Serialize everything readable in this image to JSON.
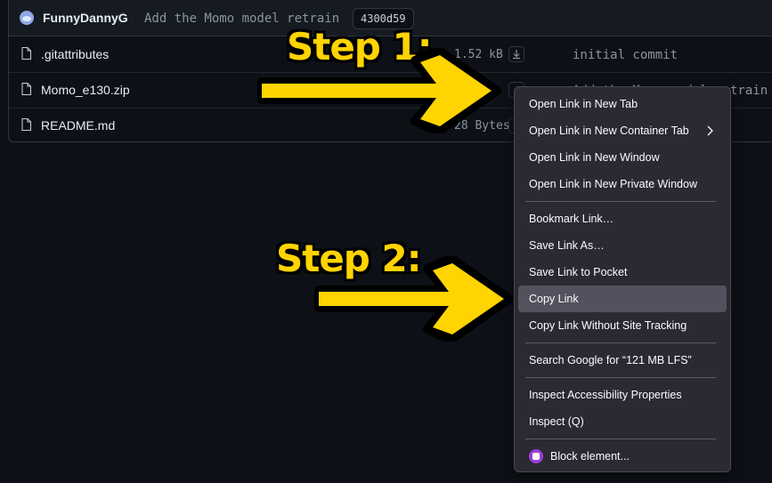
{
  "commit": {
    "user": "FunnyDannyG",
    "message": "Add the Momo model retrain",
    "hash": "4300d59"
  },
  "files": [
    {
      "name": ".gitattributes",
      "size": "1.52 kB",
      "commit": "initial commit"
    },
    {
      "name": "Momo_e130.zip",
      "size": "",
      "commit": "Add the Momo model retrain"
    },
    {
      "name": "README.md",
      "size": "28 Bytes",
      "commit": ""
    }
  ],
  "annotations": {
    "step1": "Step 1:",
    "step2": "Step 2:"
  },
  "context_menu": {
    "items": [
      {
        "label": "Open Link in New Tab"
      },
      {
        "label": "Open Link in New Container Tab"
      },
      {
        "label": "Open Link in New Window"
      },
      {
        "label": "Open Link in New Private Window"
      },
      {
        "label": "Bookmark Link…"
      },
      {
        "label": "Save Link As…"
      },
      {
        "label": "Save Link to Pocket"
      },
      {
        "label": "Copy Link"
      },
      {
        "label": "Copy Link Without Site Tracking"
      },
      {
        "label": "Search Google for “121 MB LFS”"
      },
      {
        "label": "Inspect Accessibility Properties"
      },
      {
        "label": "Inspect (Q)"
      },
      {
        "label": "Block element..."
      }
    ]
  },
  "colors": {
    "background": "#0d1117",
    "menu_bg": "#2b2a33",
    "menu_hover": "#52525e",
    "annotation": "#ffd400"
  }
}
